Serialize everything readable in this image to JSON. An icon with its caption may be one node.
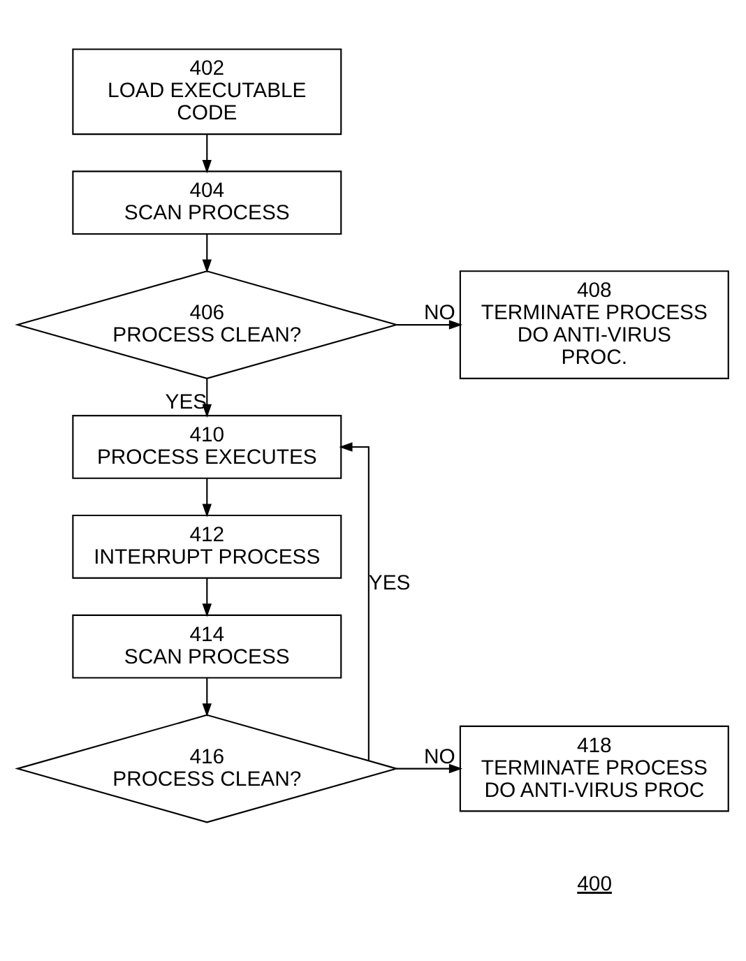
{
  "diagram": {
    "nodes": [
      {
        "text": [
          "402",
          "LOAD EXECUTABLE CODE"
        ]
      },
      {
        "text": [
          "404",
          "SCAN PROCESS"
        ]
      },
      {
        "text": [
          "406",
          "PROCESS CLEAN?"
        ]
      },
      {
        "text": [
          "408",
          "TERMINATE PROCESS DO ANTI-VIRUS PROC."
        ]
      },
      {
        "text": [
          "410",
          "PROCESS EXECUTES"
        ]
      },
      {
        "text": [
          "412",
          "INTERRUPT PROCESS"
        ]
      },
      {
        "text": [
          "414",
          "SCAN PROCESS"
        ]
      },
      {
        "text": [
          "416",
          "PROCESS CLEAN?"
        ]
      },
      {
        "text": [
          "418",
          "TERMINATE PROCESS DO ANTI-VIRUS PROC"
        ]
      }
    ],
    "edges": [
      {
        "from": 0,
        "to": 1,
        "arrow": "to"
      },
      {
        "from": 1,
        "to": 2,
        "arrow": "to"
      },
      {
        "from": 2,
        "to": 3,
        "arrow": "to",
        "label": "NO"
      },
      {
        "from": 2,
        "to": 4,
        "arrow": "to",
        "label": "YES"
      },
      {
        "from": 4,
        "to": 5,
        "arrow": "to"
      },
      {
        "from": 5,
        "to": 6,
        "arrow": "to"
      },
      {
        "from": 6,
        "to": 7,
        "arrow": "to"
      },
      {
        "from": 7,
        "to": 8,
        "arrow": "to",
        "label": "NO"
      },
      {
        "from": 7,
        "to": 4,
        "arrow": "to",
        "label": "YES"
      }
    ],
    "labels": [
      "400"
    ]
  }
}
